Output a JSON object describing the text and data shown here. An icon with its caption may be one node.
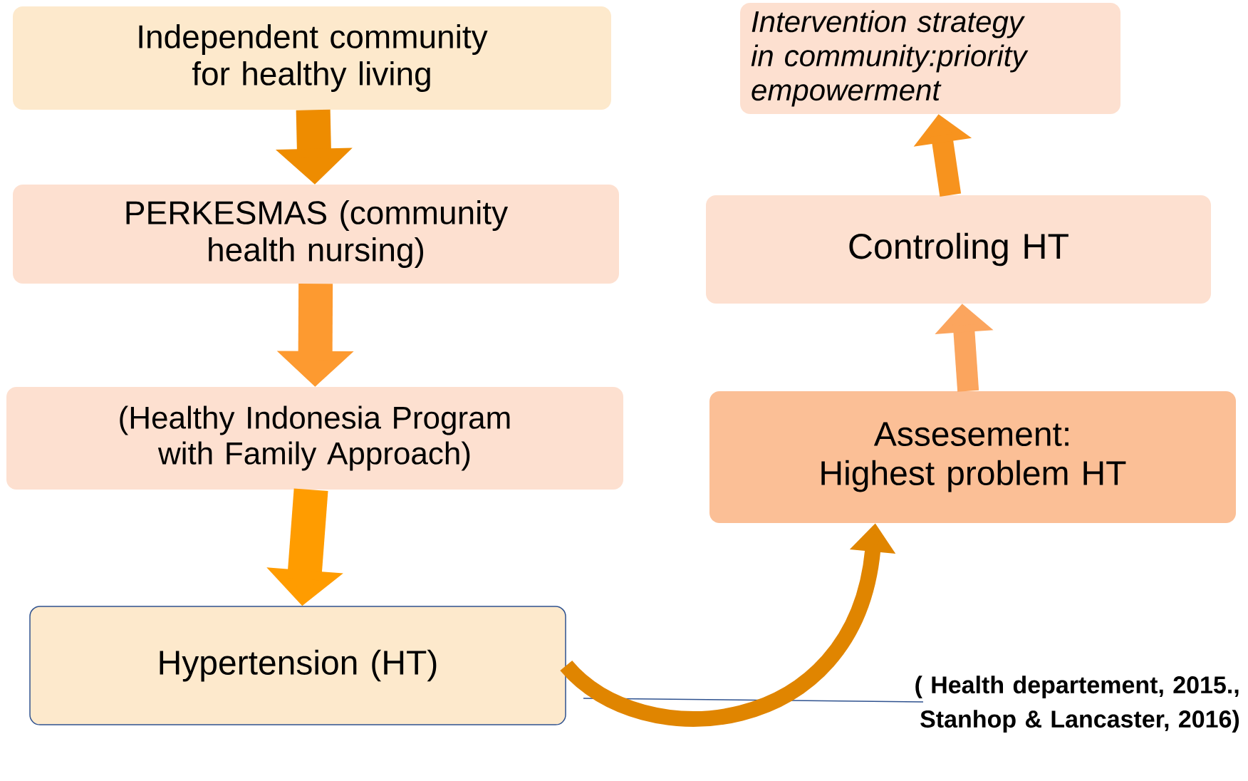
{
  "diagram": {
    "nodes": [
      {
        "text": [
          "Independent community for healthy living"
        ]
      },
      {
        "text": [
          "PERKESMAS (community health nursing)"
        ]
      },
      {
        "text": [
          "(Healthy Indonesia Program with Family Approach)"
        ]
      },
      {
        "text": [
          "Hypertension (HT)"
        ]
      },
      {
        "text": [
          "Assesement: Highest problem HT"
        ]
      },
      {
        "text": [
          "Controling HT"
        ]
      },
      {
        "text": [
          "Intervention strategy in community:priority empowerment"
        ]
      }
    ],
    "edges": [
      {
        "from": 0,
        "to": 1,
        "arrow": "to",
        "color": "#ee8c00"
      },
      {
        "from": 1,
        "to": 2,
        "arrow": "to",
        "color": "#fd9a30"
      },
      {
        "from": 2,
        "to": 3,
        "arrow": "to",
        "color": "#ff9c00"
      },
      {
        "from": 3,
        "to": 4,
        "arrow": "to",
        "color": "#e08500"
      },
      {
        "from": 4,
        "to": 5,
        "arrow": "to",
        "color": "#fba55e"
      },
      {
        "from": 5,
        "to": 6,
        "arrow": "to",
        "color": "#f7931e"
      }
    ],
    "labels": [
      "( Health departement, 2015., Stanhop & Lancaster, 2016)"
    ]
  }
}
